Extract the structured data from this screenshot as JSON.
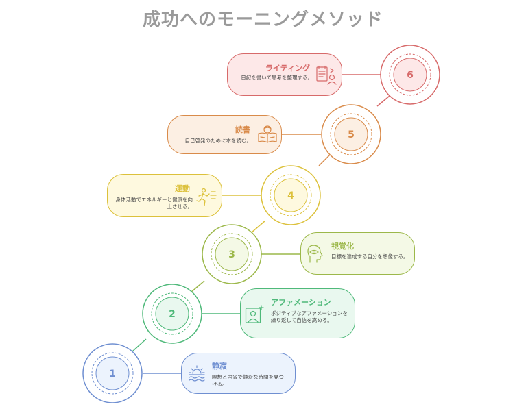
{
  "title": "成功へのモーニングメソッド",
  "steps": [
    {
      "number": "1",
      "title": "静寂",
      "desc": "瞑想と内省で静かな時間を見つける。",
      "color": "#6f8fd1",
      "fill": "#ecf3fd",
      "icon": "sunrise-icon"
    },
    {
      "number": "2",
      "title": "アファメーション",
      "desc": "ポジティブなアファメーションを繰り返して自信を高める。",
      "color": "#4fb97a",
      "fill": "#e9f8ef",
      "icon": "person-sparkle-icon"
    },
    {
      "number": "3",
      "title": "視覚化",
      "desc": "目標を達成する自分を想像する。",
      "color": "#9cb84a",
      "fill": "#f4f9e6",
      "icon": "head-eye-icon"
    },
    {
      "number": "4",
      "title": "運動",
      "desc": "身体活動でエネルギーと健康を向上させる。",
      "color": "#dcc13b",
      "fill": "#fef9df",
      "icon": "running-person-icon"
    },
    {
      "number": "5",
      "title": "読書",
      "desc": "自己啓発のために本を読む。",
      "color": "#d98b4a",
      "fill": "#fcefe3",
      "icon": "reading-person-icon"
    },
    {
      "number": "6",
      "title": "ライティング",
      "desc": "日記を書いて思考を整理する。",
      "color": "#d76a6a",
      "fill": "#fde8e8",
      "icon": "journal-icon"
    }
  ]
}
